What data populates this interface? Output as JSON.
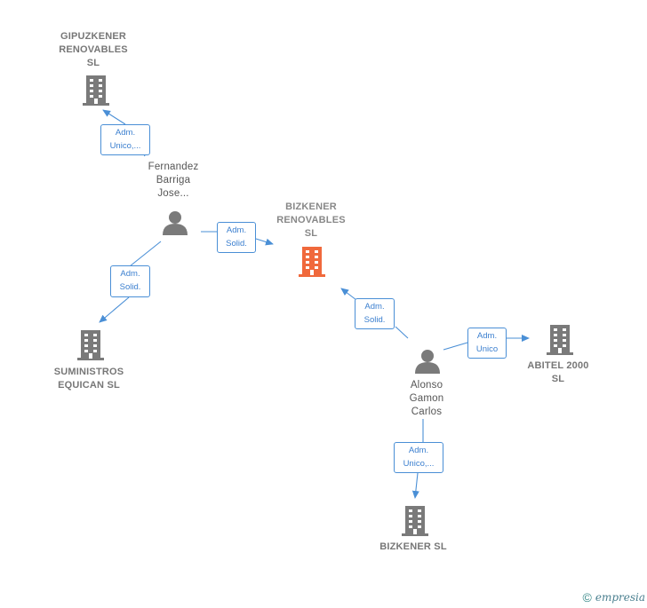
{
  "colors": {
    "edge": "#4a8fd6",
    "company_icon": "#7a7a7a",
    "focus_icon": "#f0693c",
    "person_icon": "#7a7a7a"
  },
  "nodes": {
    "gipuzkener": {
      "label": "GIPUZKENER\nRENOVABLES\nSL",
      "icon": "building-icon"
    },
    "fernandez": {
      "label": "Fernandez\nBarriga\nJose...",
      "icon": "person-icon"
    },
    "bizkener_renovables": {
      "label": "BIZKENER\nRENOVABLES\nSL",
      "icon": "building-icon"
    },
    "suministros": {
      "label": "SUMINISTROS\nEQUICAN SL",
      "icon": "building-icon"
    },
    "alonso": {
      "label": "Alonso\nGamon\nCarlos",
      "icon": "person-icon"
    },
    "abitel": {
      "label": "ABITEL 2000\nSL",
      "icon": "building-icon"
    },
    "bizkener_sl": {
      "label": "BIZKENER  SL",
      "icon": "building-icon"
    }
  },
  "edges": {
    "fernandez_gipuzkener": "Adm.\nUnico,...",
    "fernandez_bizkener": "Adm.\nSolid.",
    "fernandez_suministros": "Adm.\nSolid.",
    "alonso_bizkener": "Adm.\nSolid.",
    "alonso_abitel": "Adm.\nUnico",
    "alonso_bizkenersl": "Adm.\nUnico,..."
  },
  "footer": {
    "copyright": "©",
    "brand": "empresia"
  }
}
